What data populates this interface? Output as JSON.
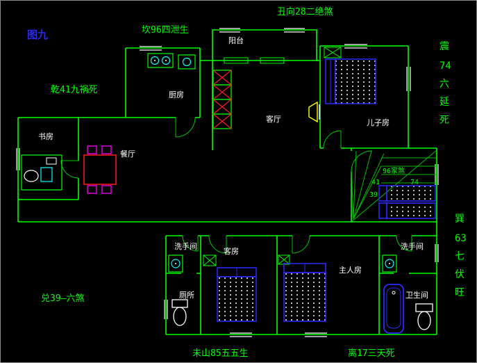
{
  "figure_label": "图九",
  "fengshui": {
    "top": "丑向28二绝煞",
    "kan": "坎96四泄生",
    "qian": "乾41九祸死",
    "dui": "兑39—六煞",
    "wei": "未山85五五生",
    "li": "离17三天死",
    "zhen_column": [
      "震",
      "74",
      "六",
      "延",
      "死"
    ],
    "xun_column": [
      "巽",
      "63",
      "七",
      "伏",
      "旺"
    ]
  },
  "rooms": {
    "balcony": "阳台",
    "kitchen": "厨房",
    "living_room": "客厅",
    "dining_room": "餐厅",
    "son_room": "儿子房",
    "study": "书房",
    "washroom_left": "洗手间",
    "toilet": "厕所",
    "guest_room": "客房",
    "master_room": "主人房",
    "washroom_right": "洗手间",
    "bathroom": "卫生间"
  },
  "stairs": {
    "label": "96家煞",
    "numbers": [
      "41",
      "74",
      "39"
    ]
  },
  "colors": {
    "background": "#000000",
    "wall": "#00ff00",
    "bed": "#2b2bff",
    "table": "#ff1a1a",
    "chair": "#ff00ff",
    "room_text": "#ffffff",
    "fengshui_text": "#00ff00",
    "figure_label": "#2a2ae6",
    "tv": "#ffff00",
    "fixture": "#00ffff"
  }
}
